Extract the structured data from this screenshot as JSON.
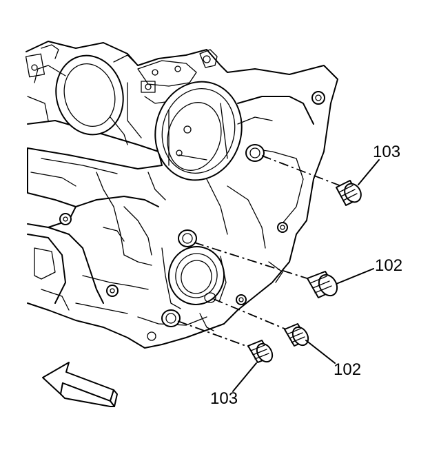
{
  "callouts": {
    "top_right": "103",
    "middle_right": "102",
    "lower_right": "102",
    "bottom_center": "103"
  },
  "icons": {
    "direction_arrow": "front-direction-arrow-icon"
  }
}
